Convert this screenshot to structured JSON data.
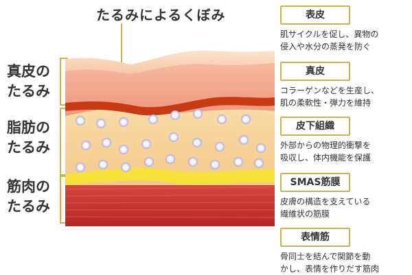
{
  "title": "たるみによるくぼみ",
  "left_labels": [
    {
      "line1": "真皮の",
      "line2": "たるみ"
    },
    {
      "line1": "脂肪の",
      "line2": "たるみ"
    },
    {
      "line1": "筋肉の",
      "line2": "たるみ"
    }
  ],
  "legend": [
    {
      "title": "表皮",
      "desc1": "肌サイクルを促し、異物の",
      "desc2": "侵入や水分の蒸発を防ぐ"
    },
    {
      "title": "真皮",
      "desc1": "コラーゲンなどを生産し、",
      "desc2": "肌の柔軟性・弾力を維持"
    },
    {
      "title": "皮下組織",
      "desc1": "外部からの物理的衝撃を",
      "desc2": "吸収し、体内機能を保護"
    },
    {
      "title": "SMAS筋膜",
      "desc1": "皮膚の構造を支えている",
      "desc2": "繊維状の筋膜"
    },
    {
      "title": "表情筋",
      "desc1": "骨同士を結んで関節を動",
      "desc2": "かし、表情を作りだす筋肉"
    }
  ],
  "colors": {
    "accent_gold": "#c7b15c",
    "epidermis": "#f9cfb0",
    "dermis": "#f4a98f",
    "dermis_band": "#c63a14",
    "subcutaneous": "#f7d49a",
    "fat_cell": "#c9c8ee",
    "smas": "#f7e23c",
    "muscle": "#c8302e"
  }
}
